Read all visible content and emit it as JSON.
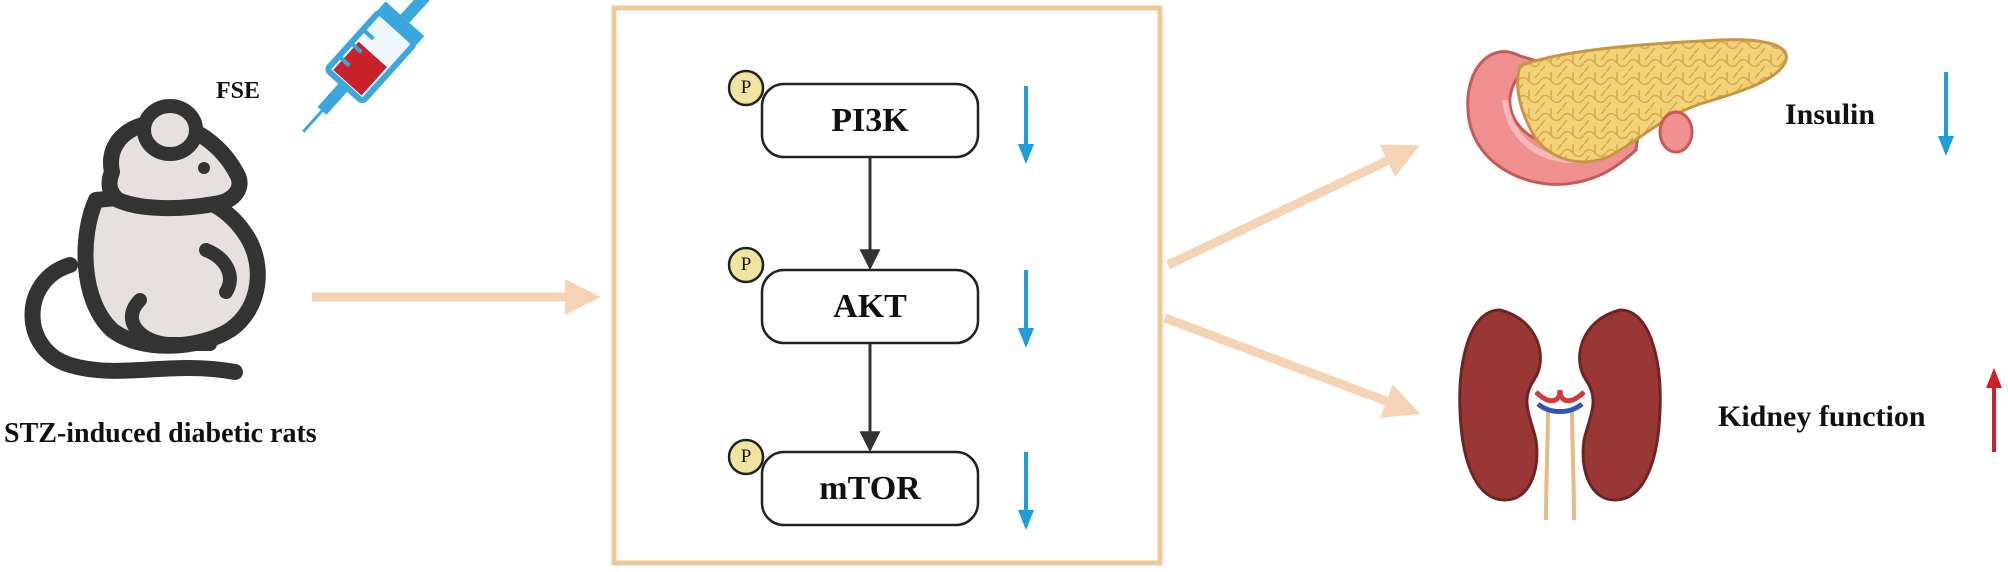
{
  "left": {
    "drug_label": "FSE",
    "model_label": "STZ-induced diabetic rats"
  },
  "pathway": {
    "phospho_label": "P",
    "nodes": [
      {
        "label": "PI3K",
        "change": "down"
      },
      {
        "label": "AKT",
        "change": "down"
      },
      {
        "label": "mTOR",
        "change": "down"
      }
    ]
  },
  "outcomes": [
    {
      "label": "Insulin",
      "change": "down",
      "icon": "pancreas-icon"
    },
    {
      "label": "Kidney function",
      "change": "up",
      "icon": "kidneys-icon"
    }
  ],
  "colors": {
    "flow_arrow": "#f6d3b4",
    "box_border": "#ecc999",
    "phospho_fill": "#f1e4a0",
    "down_arrow": "#1f9fd9",
    "up_arrow": "#d01f2c"
  }
}
